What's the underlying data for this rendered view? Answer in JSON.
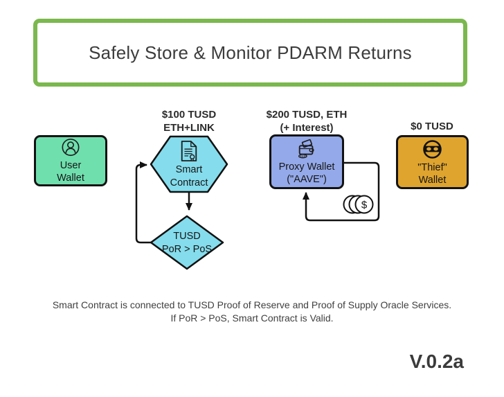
{
  "title": "Safely Store & Monitor PDARM Returns",
  "version": "V.0.2a",
  "caption": {
    "line1": "Smart Contract is connected to TUSD Proof of Reserve and Proof of Supply Oracle Services.",
    "line2": "If PoR > PoS, Smart Contract is Valid."
  },
  "nodes": {
    "user_wallet": {
      "line1": "User",
      "line2": "Wallet"
    },
    "smart_contract": {
      "line1": "Smart",
      "line2": "Contract",
      "amount1": "$100 TUSD",
      "amount2": "ETH+LINK"
    },
    "por_check": {
      "line1": "TUSD",
      "line2": "PoR > PoS"
    },
    "proxy_wallet": {
      "line1": "Proxy Wallet",
      "line2": "(\"AAVE\")",
      "amount1": "$200 TUSD, ETH",
      "amount2": "(+ Interest)"
    },
    "thief_wallet": {
      "line1": "\"Thief\"",
      "line2": "Wallet",
      "amount1": "$0 TUSD"
    }
  },
  "icons": {
    "user": "user-account-icon",
    "smart_contract": "contract-certificate-icon",
    "proxy": "wallet-card-icon",
    "thief": "bandit-mask-icon",
    "coins": "coins-dollar-icon",
    "coins_symbol": "$"
  },
  "colors": {
    "green_border": "#7bb84e",
    "mint": "#6fdfae",
    "cyan": "#85dcec",
    "periwinkle": "#94a9e9",
    "amber": "#dfa42e",
    "stroke": "#111111",
    "text_dark": "#3c3c3c"
  }
}
